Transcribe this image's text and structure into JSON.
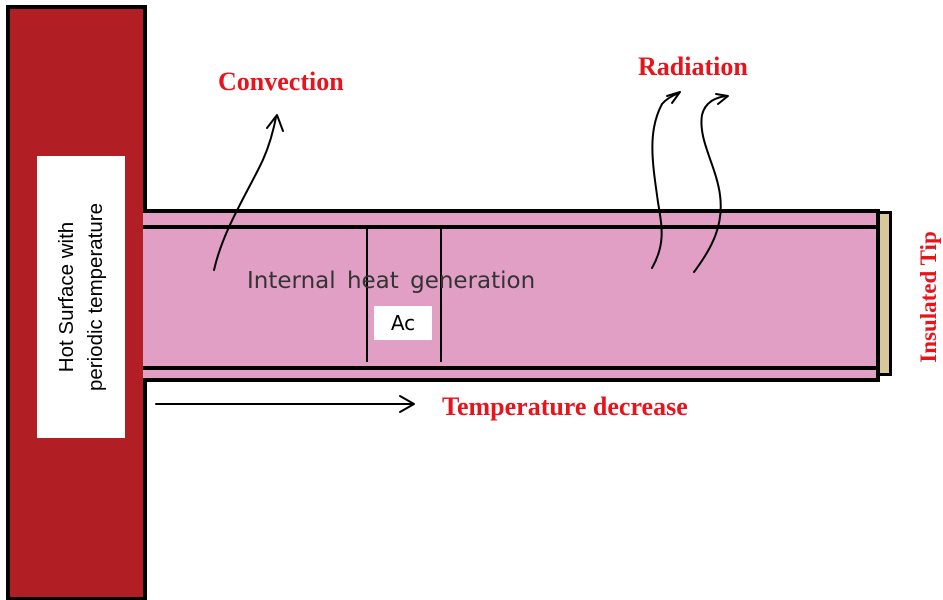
{
  "wall": {
    "label_line1": "Hot Surface with",
    "label_line2": "periodic temperature",
    "color": "#b11f24"
  },
  "fin": {
    "color": "#e19fc5",
    "section_color": "#e6b3d0",
    "internal_label": "Internal heat generation",
    "area_label": "Ac"
  },
  "tip": {
    "label": "Insulated Tip",
    "color": "#d8c79a"
  },
  "annotations": {
    "convection": "Convection",
    "radiation": "Radiation",
    "temperature": "Temperature decrease",
    "color": "#e8141c"
  }
}
